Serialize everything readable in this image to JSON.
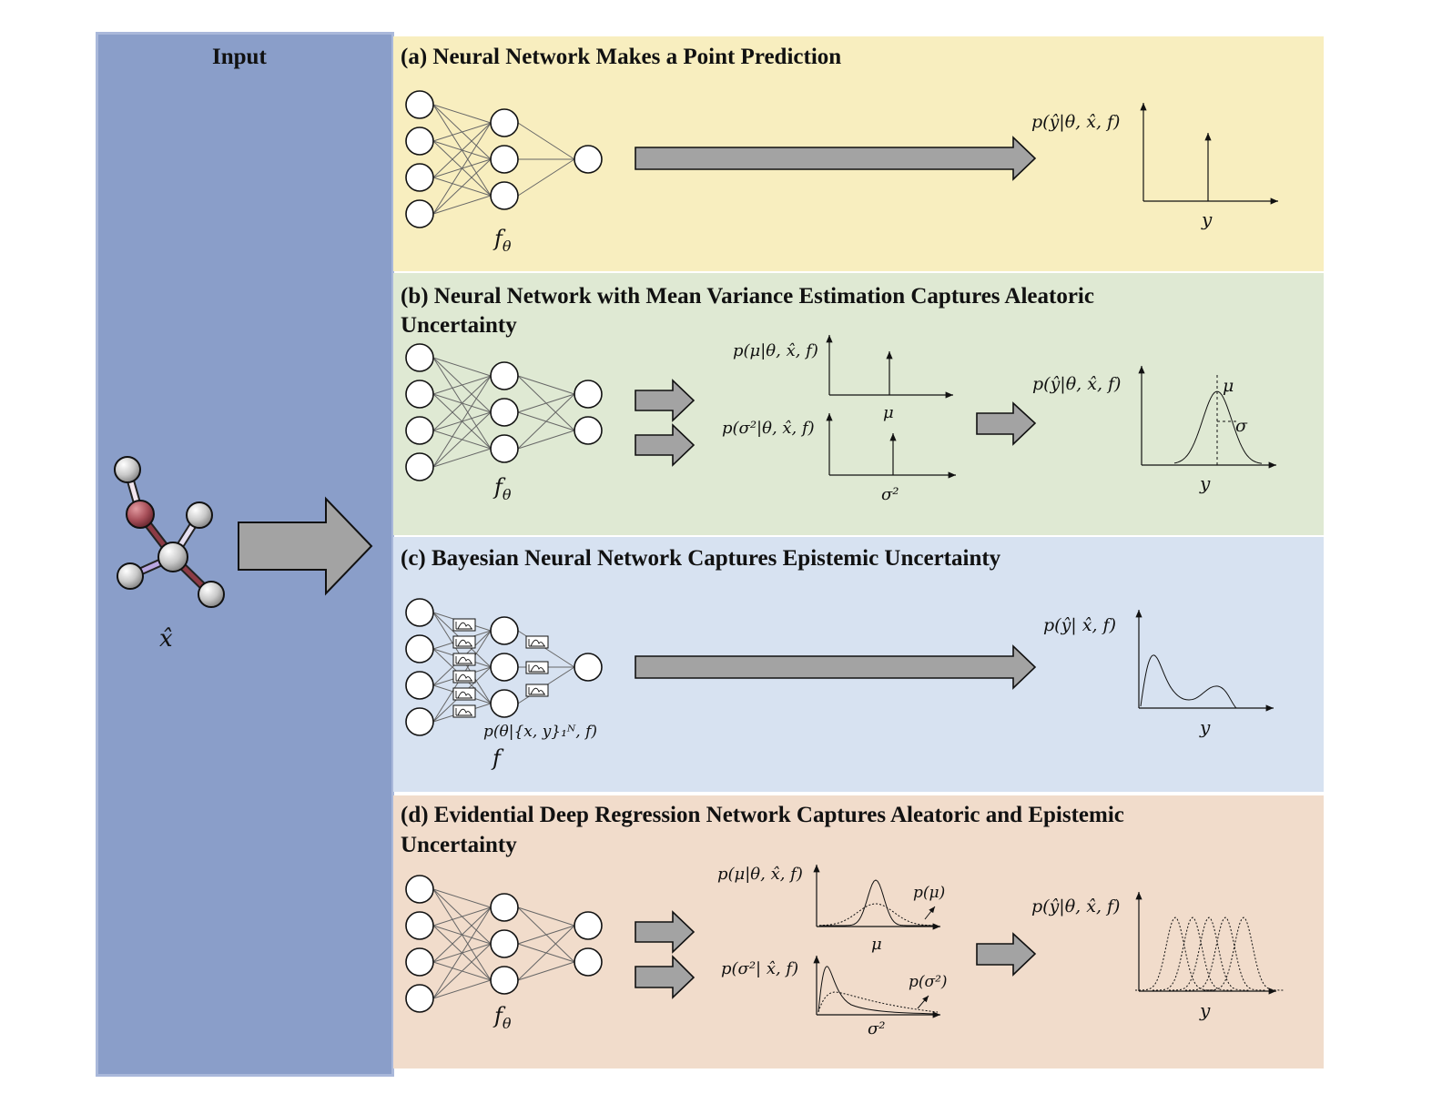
{
  "input": {
    "title": "Input",
    "symbol": "x̂"
  },
  "colors": {
    "input_panel": "#8a9ec9",
    "panel_a": "#f8eebf",
    "panel_b": "#dfe9d3",
    "panel_c": "#d7e2f1",
    "panel_d": "#f1dccb",
    "arrow_fill": "#a3a3a3",
    "atom_red": "#a8505a"
  },
  "panels": {
    "a": {
      "title": "(a)  Neural Network Makes a Point Prediction",
      "net_label": "f",
      "net_sub": "θ",
      "plot_label": "p(ŷ|θ, x̂, f)",
      "axis_label": "y"
    },
    "b": {
      "title_line1": "(b)  Neural Network with Mean Variance Estimation Captures Aleatoric",
      "title_line2": "Uncertainty",
      "net_label": "f",
      "net_sub": "θ",
      "plot_mu_label": "p(μ|θ, x̂, f)",
      "plot_mu_axis": "μ",
      "plot_sigma_label": "p(σ²|θ, x̂, f)",
      "plot_sigma_axis": "σ²",
      "plot_out_label": "p(ŷ|θ, x̂, f)",
      "plot_out_axis": "y",
      "mu_marker": "μ",
      "sigma_marker": "σ"
    },
    "c": {
      "title": "(c)  Bayesian Neural Network Captures Epistemic Uncertainty",
      "posterior_label": "p(θ|{x, y}₁ᴺ, f)",
      "net_label": "f",
      "plot_label": "p(ŷ| x̂, f)",
      "axis_label": "y"
    },
    "d": {
      "title_line1": "(d)  Evidential Deep Regression Network Captures Aleatoric and Epistemic",
      "title_line2": "Uncertainty",
      "net_label": "f",
      "net_sub": "θ",
      "plot_mu_label": "p(μ|θ, x̂, f)",
      "plot_mu_prior": "p(μ)",
      "plot_mu_axis": "μ",
      "plot_sigma_label": "p(σ²| x̂, f)",
      "plot_sigma_prior": "p(σ²)",
      "plot_sigma_axis": "σ²",
      "plot_out_label": "p(ŷ|θ, x̂, f)",
      "plot_out_axis": "y"
    }
  }
}
